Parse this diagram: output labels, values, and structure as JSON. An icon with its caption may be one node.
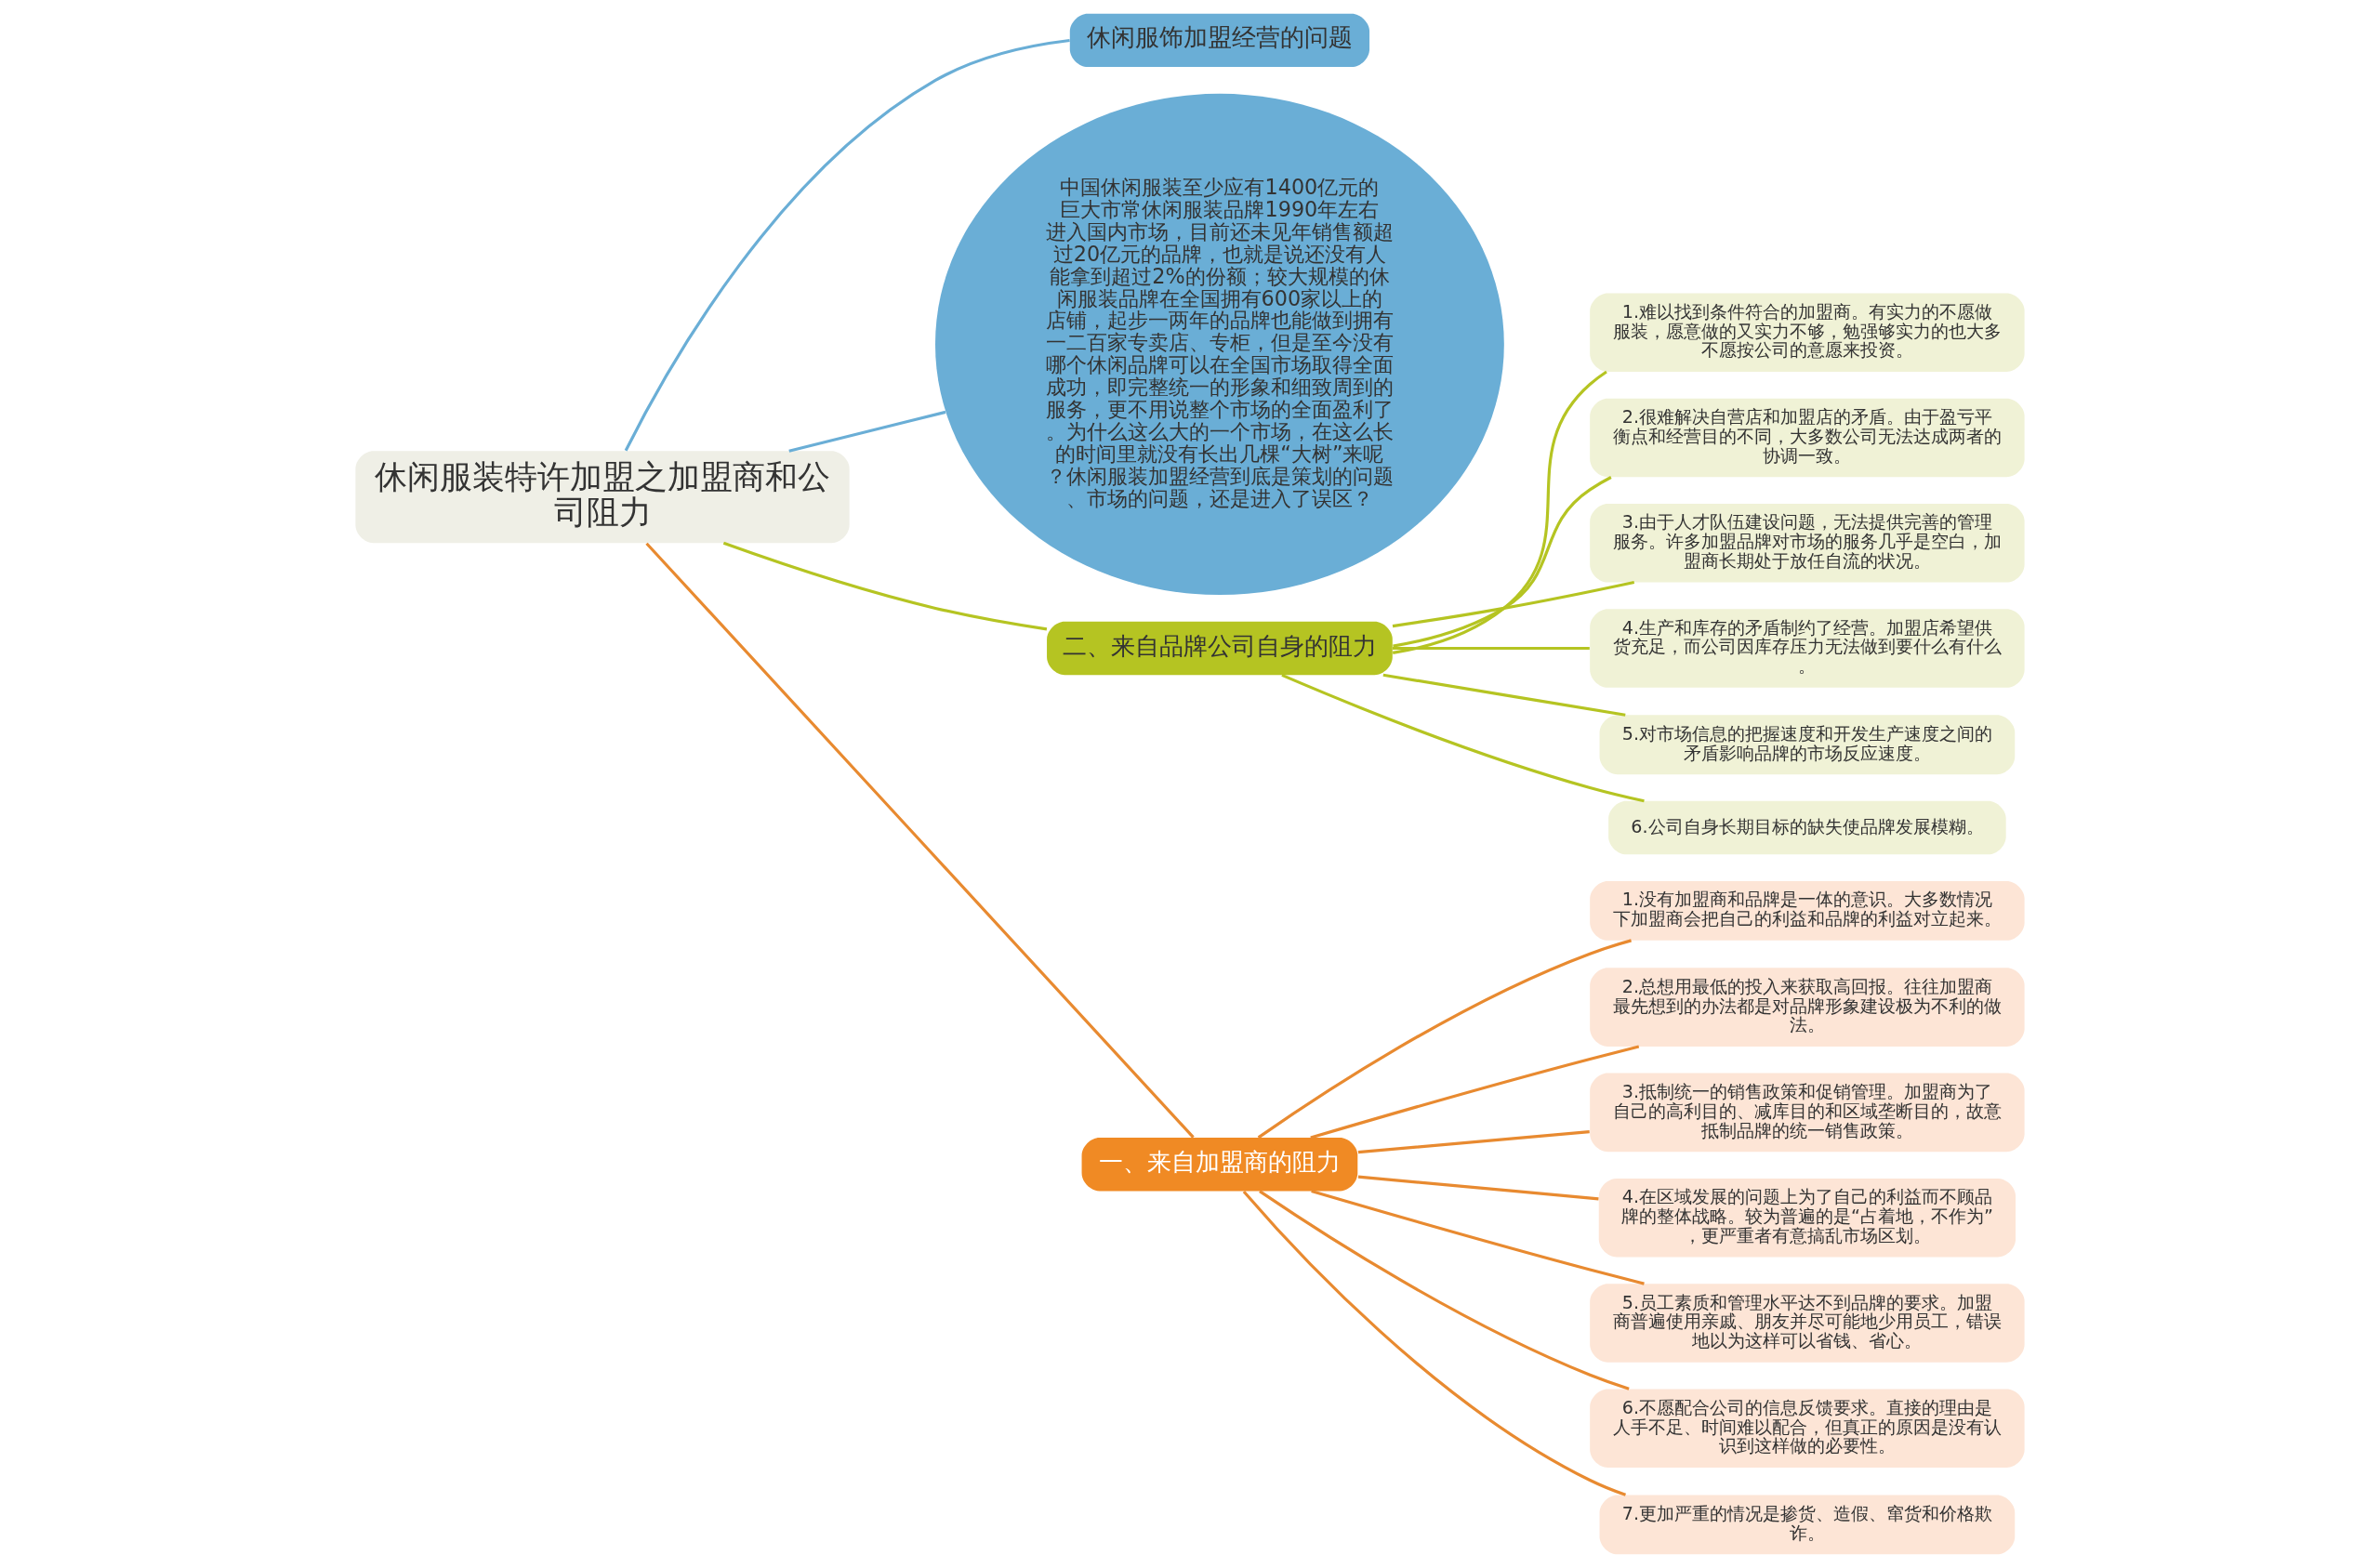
{
  "diagram": {
    "nodes": [
      {
        "text": [
          "休闲服装特许加盟之加盟商和公司阻力"
        ]
      },
      {
        "text": [
          "休闲服饰加盟经营的问题"
        ]
      },
      {
        "text": [
          "中国休闲服装至少应有1400亿元的巨大市常休闲服装品牌1990年左右进入国内市场，目前还未见年销售额超过20亿元的品牌，也就是说还没有人能拿到超过2%的份额；较大规模的休闲服装品牌在全国拥有600家以上的店铺，起步一两年的品牌也能做到拥有一二百家专卖店、专柜，但是至今没有哪个休闲品牌可以在全国市场取得全面成功，即完整统一的形象和细致周到的服务，更不用说整个市场的全面盈利了。为什么这么大的一个市场，在这么长的时间里就没有长出几棵“大树”来呢？休闲服装加盟经营到底是策划的问题、市场的问题，还是进入了误区？"
        ]
      },
      {
        "text": [
          "二、来自品牌公司自身的阻力"
        ]
      },
      {
        "text": [
          "1.难以找到条件符合的加盟商。有实力的不愿做服装，愿意做的又实力不够，勉强够实力的也大多不愿按公司的意愿来投资。"
        ]
      },
      {
        "text": [
          "2.很难解决自营店和加盟店的矛盾。由于盈亏平衡点和经营目的不同，大多数公司无法达成两者的协调一致。"
        ]
      },
      {
        "text": [
          "3.由于人才队伍建设问题，无法提供完善的管理服务。许多加盟品牌对市场的服务几乎是空白，加盟商长期处于放任自流的状况。"
        ]
      },
      {
        "text": [
          "4.生产和库存的矛盾制约了经营。加盟店希望供货充足，而公司因库存压力无法做到要什么有什么。"
        ]
      },
      {
        "text": [
          "5.对市场信息的把握速度和开发生产速度之间的矛盾影响品牌的市场反应速度。"
        ]
      },
      {
        "text": [
          "6.公司自身长期目标的缺失使品牌发展模糊。"
        ]
      },
      {
        "text": [
          "一、来自加盟商的阻力"
        ]
      },
      {
        "text": [
          "1.没有加盟商和品牌是一体的意识。大多数情况下加盟商会把自己的利益和品牌的利益对立起来。"
        ]
      },
      {
        "text": [
          "2.总想用最低的投入来获取高回报。往往加盟商最先想到的办法都是对品牌形象建设极为不利的做法。"
        ]
      },
      {
        "text": [
          "3.抵制统一的销售政策和促销管理。加盟商为了自己的高利目的、减库目的和区域垄断目的，故意抵制品牌的统一销售政策。"
        ]
      },
      {
        "text": [
          "4.在区域发展的问题上为了自己的利益而不顾品牌的整体战略。较为普遍的是“占着地，不作为”，更严重者有意搞乱市场区划。"
        ]
      },
      {
        "text": [
          "5.员工素质和管理水平达不到品牌的要求。加盟商普遍使用亲戚、朋友并尽可能地少用员工，错误地以为这样可以省钱、省心。"
        ]
      },
      {
        "text": [
          "6.不愿配合公司的信息反馈要求。直接的理由是人手不足、时间难以配合，但真正的原因是没有认识到这样做的必要性。"
        ]
      },
      {
        "text": [
          "7.更加严重的情况是掺货、造假、窜货和价格欺诈。"
        ]
      }
    ],
    "edges": [
      {
        "from": 0,
        "to": 1,
        "arrow": "none",
        "color": "#6aaed6"
      },
      {
        "from": 0,
        "to": 2,
        "arrow": "none",
        "color": "#6aaed6"
      },
      {
        "from": 0,
        "to": 3,
        "arrow": "none",
        "color": "#b5c422"
      },
      {
        "from": 3,
        "to": 4,
        "arrow": "none",
        "color": "#b5c422"
      },
      {
        "from": 3,
        "to": 5,
        "arrow": "none",
        "color": "#b5c422"
      },
      {
        "from": 3,
        "to": 6,
        "arrow": "none",
        "color": "#b5c422"
      },
      {
        "from": 3,
        "to": 7,
        "arrow": "none",
        "color": "#b5c422"
      },
      {
        "from": 3,
        "to": 8,
        "arrow": "none",
        "color": "#b5c422"
      },
      {
        "from": 3,
        "to": 9,
        "arrow": "none",
        "color": "#b5c422"
      },
      {
        "from": 0,
        "to": 10,
        "arrow": "none",
        "color": "#e88a30"
      },
      {
        "from": 10,
        "to": 11,
        "arrow": "none",
        "color": "#e88a30"
      },
      {
        "from": 10,
        "to": 12,
        "arrow": "none",
        "color": "#e88a30"
      },
      {
        "from": 10,
        "to": 13,
        "arrow": "none",
        "color": "#e88a30"
      },
      {
        "from": 10,
        "to": 14,
        "arrow": "none",
        "color": "#e88a30"
      },
      {
        "from": 10,
        "to": 15,
        "arrow": "none",
        "color": "#e88a30"
      },
      {
        "from": 10,
        "to": 16,
        "arrow": "none",
        "color": "#e88a30"
      },
      {
        "from": 10,
        "to": 17,
        "arrow": "none",
        "color": "#e88a30"
      }
    ]
  }
}
